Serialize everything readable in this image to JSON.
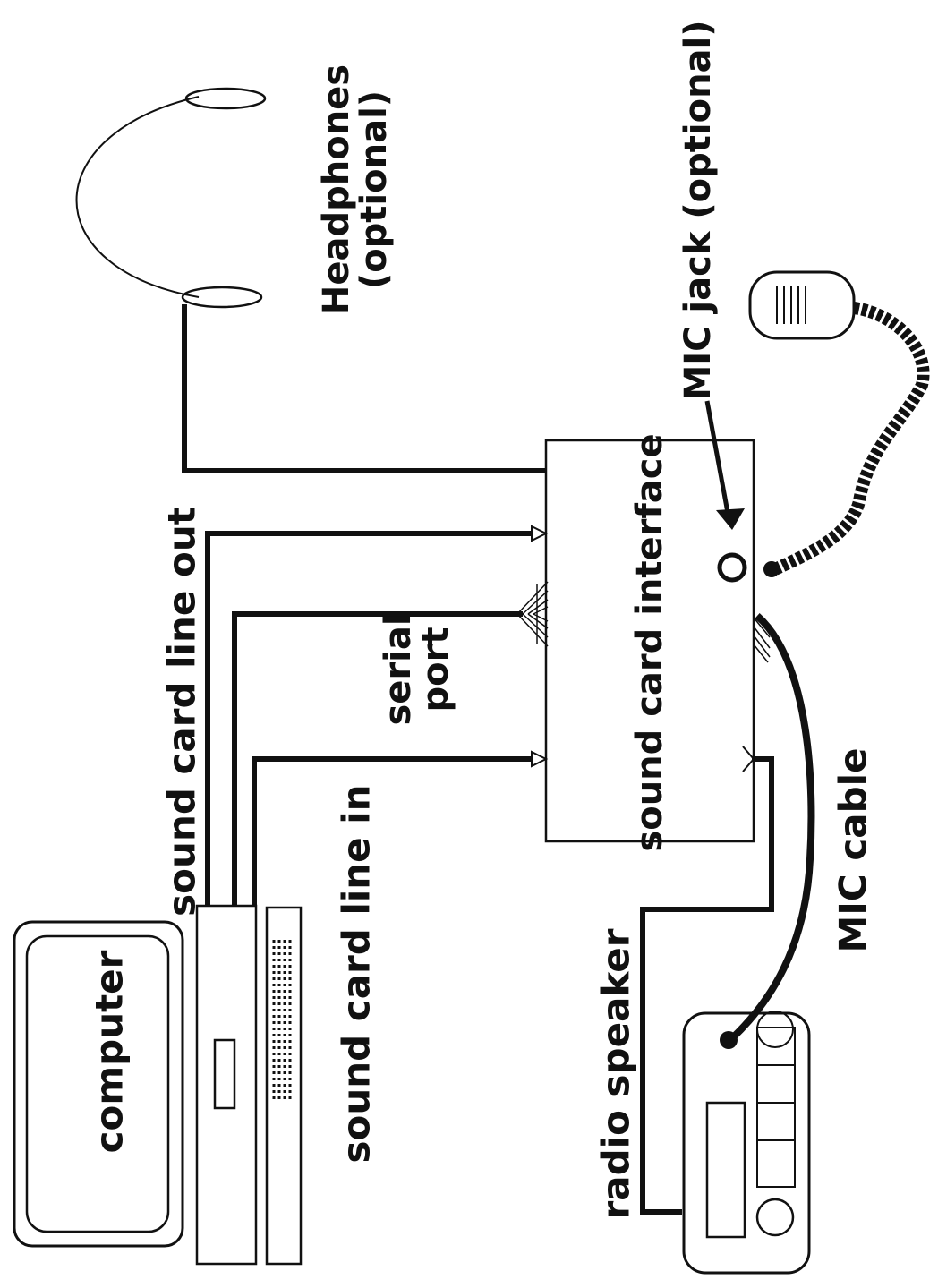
{
  "diagram": {
    "labels": {
      "headphones": "Headphones\n(optional)",
      "mic_jack": "MIC jack (optional)",
      "line_out": "sound card line out",
      "serial_port": "serial\nport",
      "interface": "sound card interface",
      "line_in": "sound card line in",
      "computer": "computer",
      "mic_cable": "MIC cable",
      "radio_speaker": "radio speaker"
    },
    "colors": {
      "ink": "#111111",
      "background": "#ffffff"
    }
  }
}
